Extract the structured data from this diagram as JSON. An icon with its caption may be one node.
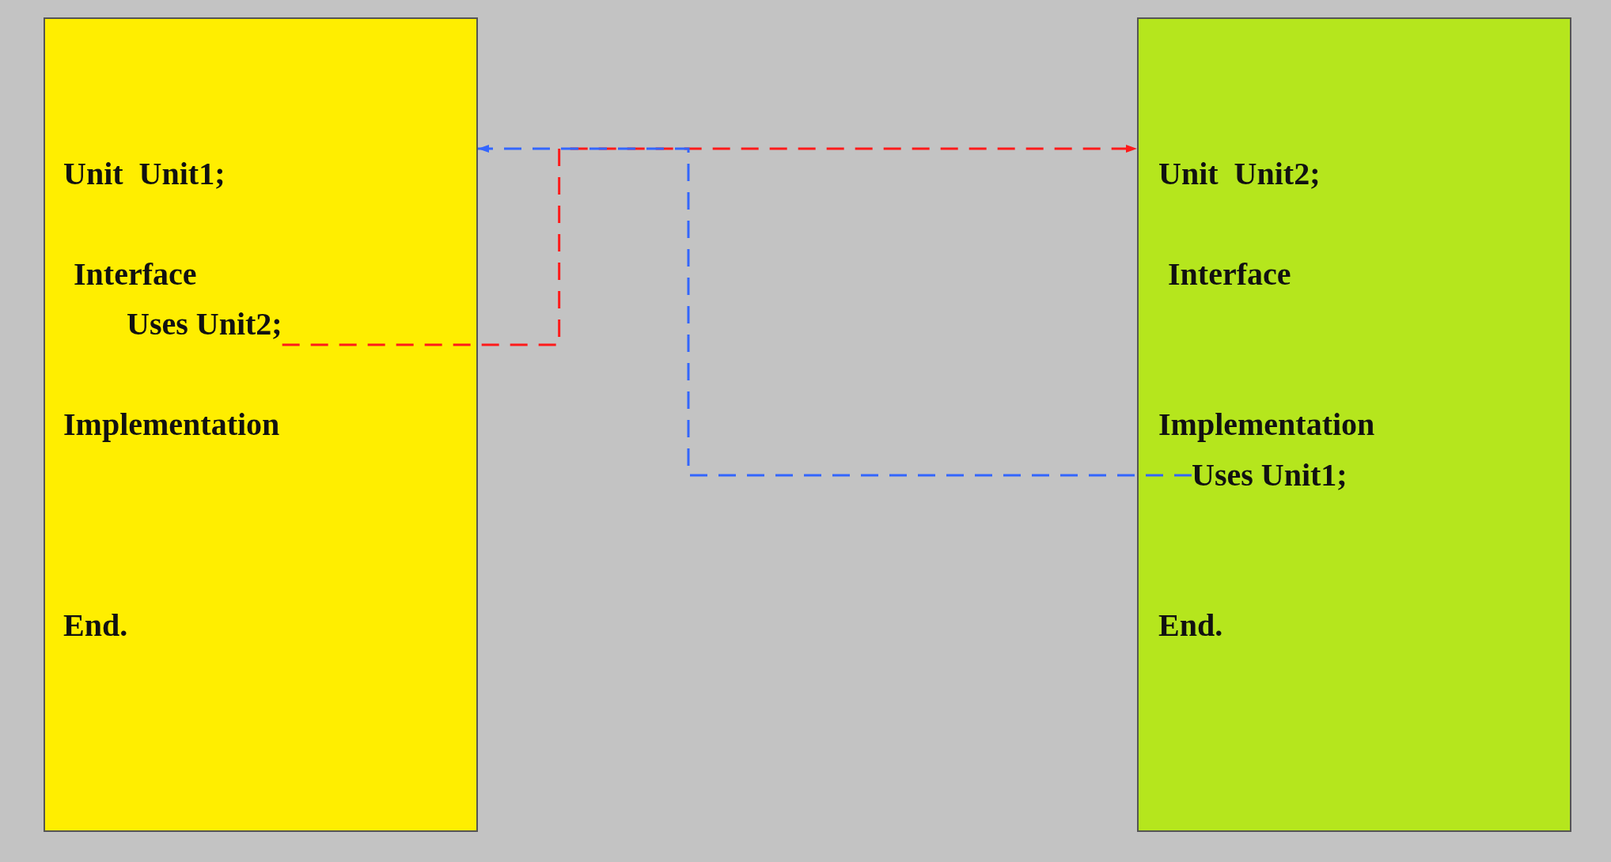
{
  "diagram": {
    "nodes": [
      {
        "text": [
          "Unit  Unit1;",
          "Interface",
          "Implementation",
          "End."
        ]
      },
      {
        "text": [
          "Uses Unit2;"
        ],
        "in": 0
      },
      {
        "text": [
          "Unit  Unit2;",
          "Interface",
          "Implementation",
          "End."
        ]
      },
      {
        "text": [
          "Uses Unit1;"
        ],
        "in": 2
      }
    ],
    "edges": [
      {
        "from": 1,
        "to": 2,
        "arrow": "to",
        "style": "dashed",
        "color": "#ff1a1a"
      },
      {
        "from": 3,
        "to": 0,
        "arrow": "to",
        "style": "dashed",
        "color": "#3366ff"
      }
    ]
  }
}
